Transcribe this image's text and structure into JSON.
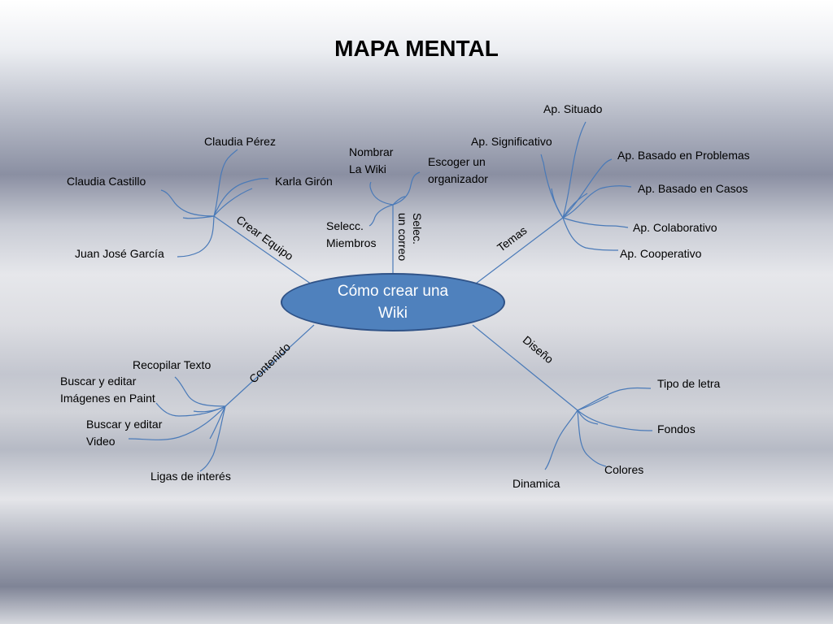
{
  "title": "MAPA MENTAL",
  "center": "Cómo crear una\nWiki",
  "line_color": "#4a7ab8",
  "center_color": "#4f81bd",
  "branches": {
    "crear_equipo": "Crear Equipo",
    "selec_correo": "Selec.\nun correo",
    "temas": "Temas",
    "contenido": "Contenido",
    "diseno": "Diseño"
  },
  "crear_equipo_nodes": {
    "claudia_perez": "Claudia Pérez",
    "claudia_castillo": "Claudia Castillo",
    "karla_giron": "Karla Girón",
    "juan_jose": "Juan José García"
  },
  "selec_nodes": {
    "nombrar": "Nombrar\nLa Wiki",
    "escoger": "Escoger un\norganizador",
    "miembros": "Selecc.\nMiembros"
  },
  "temas_nodes": {
    "situado": "Ap. Situado",
    "significativo": "Ap. Significativo",
    "problemas": "Ap. Basado en Problemas",
    "casos": "Ap. Basado en Casos",
    "colaborativo": "Ap. Colaborativo",
    "cooperativo": "Ap. Cooperativo"
  },
  "contenido_nodes": {
    "recopilar": "Recopilar Texto",
    "imagenes": "Buscar y editar\nImágenes en Paint",
    "video": "Buscar y editar\nVideo",
    "ligas": "Ligas de interés"
  },
  "diseno_nodes": {
    "tipo": "Tipo de letra",
    "fondos": "Fondos",
    "colores": "Colores",
    "dinamica": "Dinamica"
  }
}
